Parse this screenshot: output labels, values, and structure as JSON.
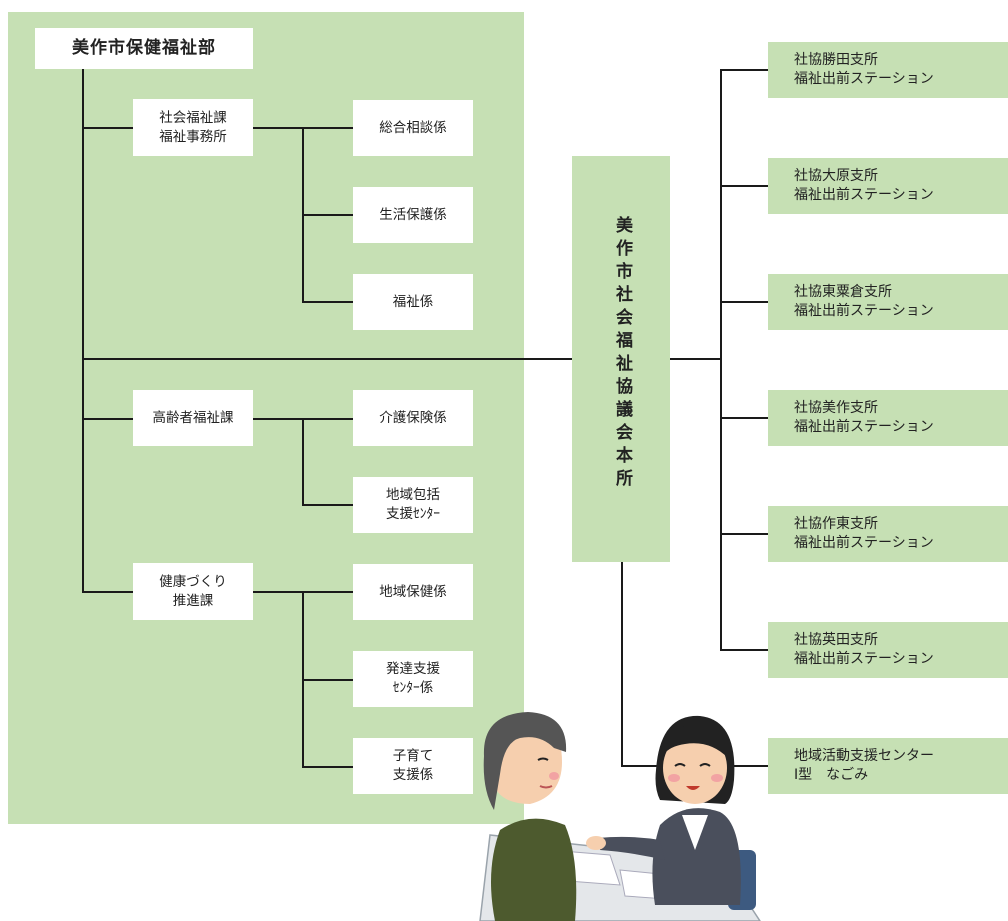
{
  "department": {
    "title": "美作市保健福祉部",
    "sections": [
      {
        "label": "社会福祉課\n福祉事務所",
        "units": [
          "総合相談係",
          "生活保護係",
          "福祉係"
        ]
      },
      {
        "label": "高齢者福祉課",
        "units": [
          "介護保険係",
          "地域包括\n支援ｾﾝﾀｰ"
        ]
      },
      {
        "label": "健康づくり\n推進課",
        "units": [
          "地域保健係",
          "発達支援\nｾﾝﾀｰ係",
          "子育て\n支援係"
        ]
      }
    ]
  },
  "council": {
    "title": "美作市社会福祉協議会本所",
    "branches": [
      "社協勝田支所\n福祉出前ステーション",
      "社協大原支所\n福祉出前ステーション",
      "社協東粟倉支所\n福祉出前ステーション",
      "社協美作支所\n福祉出前ステーション",
      "社協作東支所\n福祉出前ステーション",
      "社協英田支所\n福祉出前ステーション"
    ],
    "center": "地域活動支援センター\nⅠ型　なごみ"
  },
  "illustration": {
    "name": "consultation-illustration"
  },
  "colors": {
    "panel": "#c6e0b4",
    "box": "#ffffff",
    "line": "#1a1a1a"
  }
}
